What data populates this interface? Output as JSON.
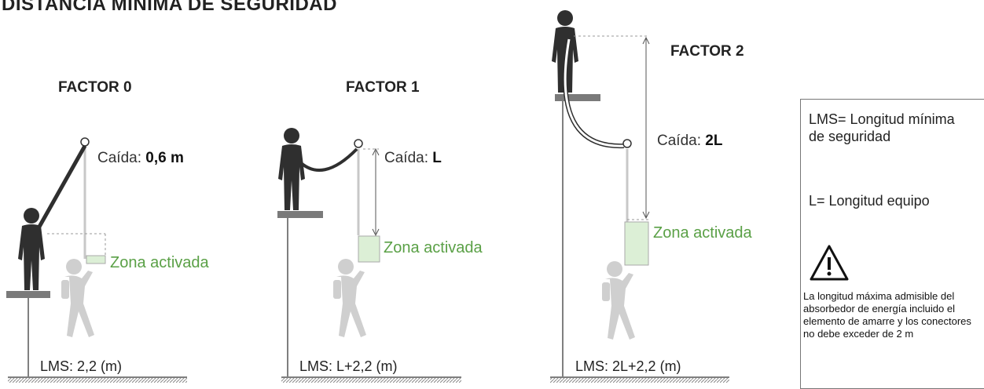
{
  "title": "DISTANCIA MINIMA DE SEGURIDAD",
  "panels": [
    {
      "factor": "FACTOR 0",
      "caida_prefix": "Caída:",
      "caida_value": "0,6 m",
      "zona": "Zona activada",
      "lms": "LMS: 2,2 (m)"
    },
    {
      "factor": "FACTOR 1",
      "caida_prefix": "Caída:",
      "caida_value": "L",
      "zona": "Zona activada",
      "lms": "LMS: L+2,2 (m)"
    },
    {
      "factor": "FACTOR 2",
      "caida_prefix": "Caída:",
      "caida_value": "2L",
      "zona": "Zona activada",
      "lms": "LMS: 2L+2,2 (m)"
    }
  ],
  "legend": {
    "lms_def": "LMS= Longitud mínima de seguridad",
    "l_def": "L= Longitud equipo",
    "warning_icon": "warning-triangle-icon",
    "note": "La longitud máxima admisible del absorbedor de energía incluido el elemento de amarre y los conectores no debe exceder de 2 m"
  },
  "colors": {
    "figure": "#2f2f2f",
    "figure_fallen": "#cfcfcf",
    "zone_fill": "#dcefd6",
    "zone_text": "#5aa046",
    "platform": "#7a7a7a"
  }
}
